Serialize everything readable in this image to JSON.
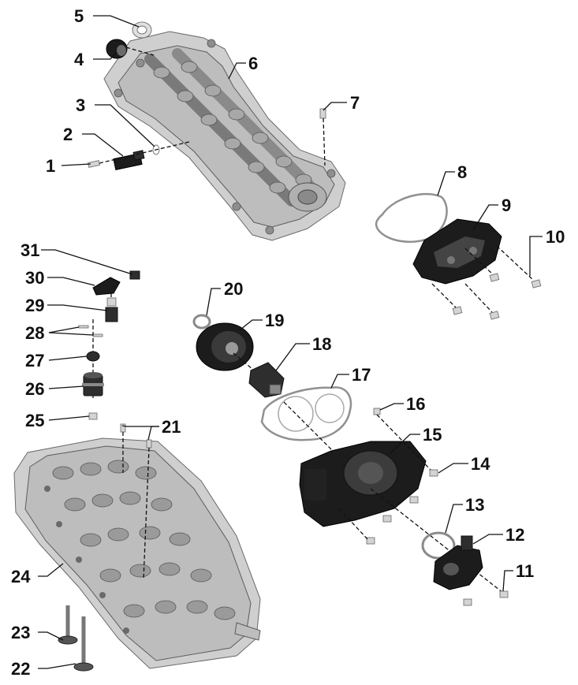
{
  "callouts": [
    "1",
    "2",
    "3",
    "4",
    "5",
    "6",
    "7",
    "8",
    "9",
    "10",
    "11",
    "12",
    "13",
    "14",
    "15",
    "16",
    "17",
    "18",
    "19",
    "20",
    "21",
    "22",
    "23",
    "24",
    "25",
    "26",
    "27",
    "28",
    "29",
    "30",
    "31"
  ]
}
